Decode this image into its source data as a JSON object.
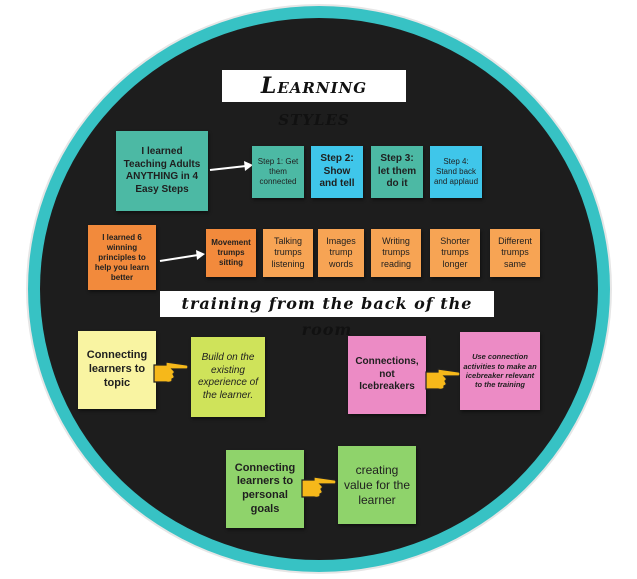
{
  "title": "Learning styles",
  "subtitle": "training from the back of the room",
  "row1": {
    "source": "I learned Teaching Adults ANYTHING in 4 Easy Steps",
    "steps": [
      "Step 1: Get them connected",
      "Step 2: Show and tell",
      "Step 3: let them do it",
      "Step 4: Stand back and applaud"
    ]
  },
  "row2": {
    "source": "I learned 6 winning principles to help you learn better",
    "principles": [
      "Movement trumps sitting",
      "Talking trumps listening",
      "Images trump words",
      "Writing trumps reading",
      "Shorter trumps longer",
      "Different trumps same"
    ]
  },
  "pair1": {
    "left": "Connecting learners to topic",
    "right": "Build on the existing experience of the learner."
  },
  "pair2": {
    "left": "Connections, not Icebreakers",
    "right": "Use connection activities to make an icebreaker relevant to the training"
  },
  "pair3": {
    "left": "Connecting learners to personal goals",
    "right": "creating value for the learner"
  },
  "colors": {
    "ring": "#37c2c4",
    "board": "#1d1d1d",
    "teal_note": "#4cb9a4",
    "cyan_note": "#3fc6ea",
    "orange_note": "#f7a454",
    "yellow_note": "#f9f4a2",
    "lime_note": "#cfe35a",
    "pink_note": "#ec8bc5",
    "green_note": "#8fd36b",
    "hand_icon": "#f6b81a"
  },
  "icons": {
    "arrow": "arrow-right-icon",
    "hand": "pointing-hand-icon"
  }
}
